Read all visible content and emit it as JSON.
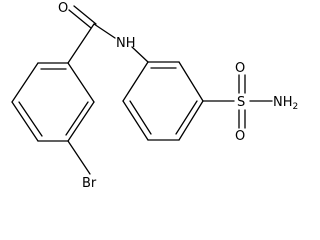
{
  "labels": {
    "carbonyl_oxygen": "O",
    "amide_nitrogen": "NH",
    "sulfonyl_oxygen_top": "O",
    "sulfonyl_oxygen_bottom": "O",
    "sulfur": "S",
    "sulfonamide_nitrogen": "NH",
    "sulfonamide_subscript": "2",
    "bromine": "Br"
  },
  "colors": {
    "bond": "#000000",
    "text": "#000000",
    "background": "#ffffff"
  }
}
